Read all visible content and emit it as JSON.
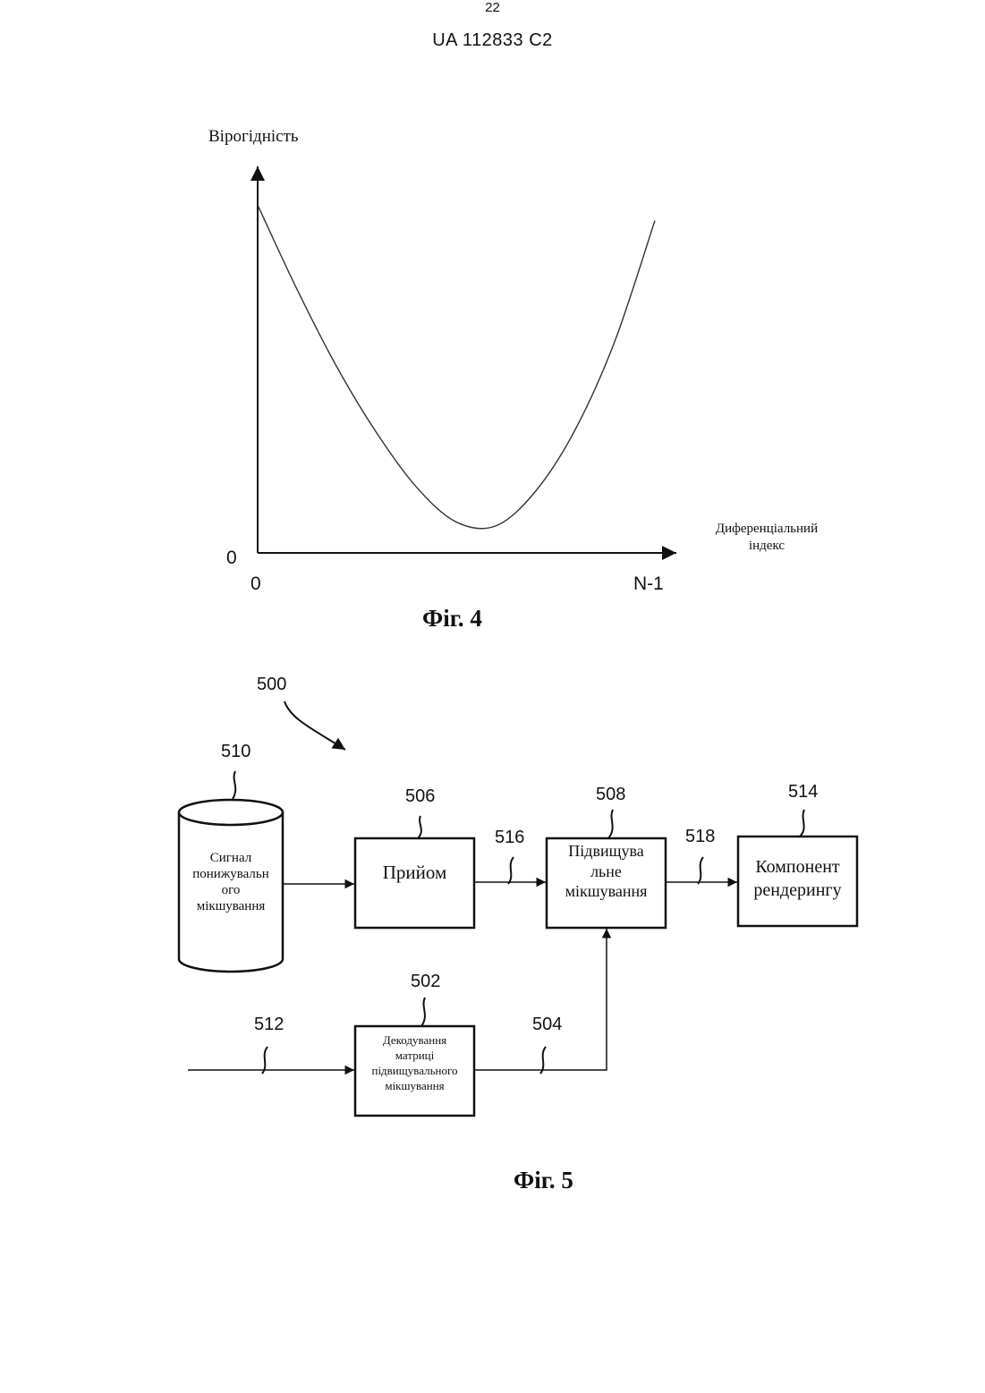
{
  "header": {
    "doc_id": "UA   112833   C2"
  },
  "footer": {
    "page_number": "22"
  },
  "fig4": {
    "caption": "Фіг. 4",
    "y_axis_label": "Вірогідність",
    "x_axis_label_line1": "Диференціальний",
    "x_axis_label_line2": "індекс",
    "y_origin_tick": "0",
    "x_origin_tick": "0",
    "x_end_tick": "N-1",
    "chart_data": {
      "type": "line",
      "title": "",
      "xlabel": "Диференціальний індекс",
      "ylabel": "Вірогідність",
      "x_ticks": [
        "0",
        "N-1"
      ],
      "y_ticks": [
        "0"
      ],
      "xlim": [
        0,
        1
      ],
      "ylim": [
        0,
        1
      ],
      "grid": false,
      "series": [
        {
          "x": [
            0,
            0.1,
            0.2,
            0.3,
            0.4,
            0.5,
            0.6,
            0.7,
            0.8,
            0.9,
            1.0
          ],
          "y": [
            0.9,
            0.68,
            0.48,
            0.31,
            0.17,
            0.08,
            0.07,
            0.16,
            0.32,
            0.55,
            0.86
          ]
        }
      ]
    }
  },
  "fig5": {
    "caption": "Фіг. 5",
    "ref_500": "500",
    "storage": {
      "ref": "510",
      "line1": "Сигнал",
      "line2": "понижувальн",
      "line3": "ого",
      "line4": "мікшування"
    },
    "receive": {
      "ref": "506",
      "label": "Прийом"
    },
    "upmix": {
      "ref": "508",
      "line1": "Підвищува",
      "line2": "льне",
      "line3": "мікшування"
    },
    "render": {
      "ref": "514",
      "line1": "Компонент",
      "line2": "рендерингу"
    },
    "decode": {
      "ref": "502",
      "line1": "Декодування",
      "line2": "матриці",
      "line3": "підвищувального",
      "line4": "мікшування"
    },
    "signal_516": "516",
    "signal_518": "518",
    "signal_512": "512",
    "signal_504": "504"
  }
}
